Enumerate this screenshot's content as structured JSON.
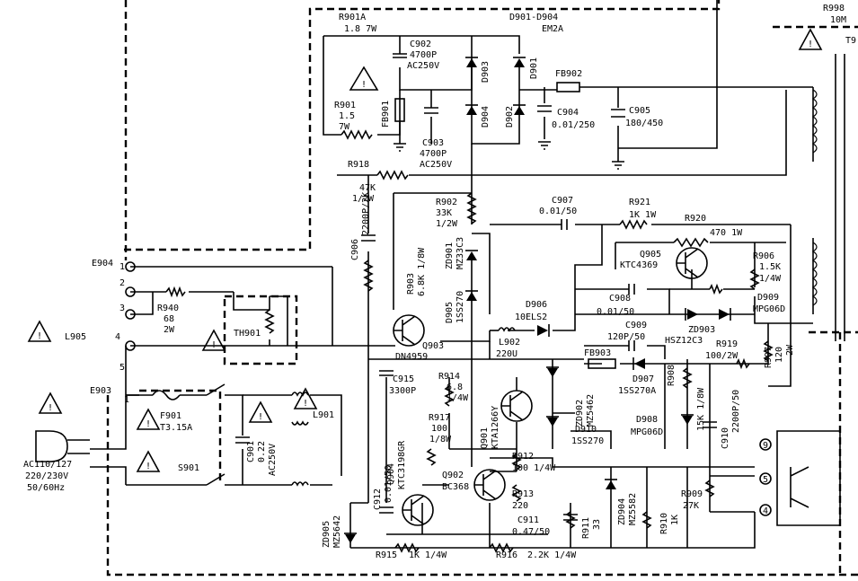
{
  "labels": {
    "R901A": "R901A",
    "R901A_val": "1.8  7W",
    "D901_D904": "D901-D904",
    "EM2A": "EM2A",
    "R998": "R998",
    "R998_val": "10M",
    "T9": "T9",
    "C902": "C902",
    "C902_v1": "4700P",
    "C902_v2": "AC250V",
    "D903": "D903",
    "D901": "D901",
    "FB902": "FB902",
    "C905": "C905",
    "C905_val": "180/450",
    "FB901": "FB901",
    "R901": "R901",
    "R901_v1": "1.5",
    "R901_v2": "7W",
    "D904": "D904",
    "D902": "D902",
    "C904": "C904",
    "C904_val": "0.01/250",
    "C903": "C903",
    "C903_v1": "4700P",
    "C903_v2": "AC250V",
    "R918": "R918",
    "R918_v1": "47K",
    "R918_v2": "1/2W",
    "R902": "R902",
    "R902_v1": "33K",
    "R902_v2": "1/2W",
    "C907": "C907",
    "C907_val": "0.01/50",
    "R921": "R921",
    "R921_val": "1K  1W",
    "R920": "R920",
    "R920_val": "470  1W",
    "C906": "C906",
    "C906_val": "2200P/2K",
    "ZD901": "ZD901",
    "ZD901_val": "MZ33C3",
    "R903": "R903",
    "R903_val": "6.8K 1/8W",
    "Q905": "Q905",
    "Q905_val": "KTC4369",
    "R906": "R906",
    "R906_v1": "1.5K",
    "R906_v2": "1/4W",
    "E904": "E904",
    "R940": "R940",
    "R940_v1": "68",
    "R940_v2": "2W",
    "D905": "D905",
    "D905_val": "1SS270",
    "D906": "D906",
    "D906_val": "10ELS2",
    "C908": "C908",
    "C908_val": "0.01/50",
    "D909": "D909",
    "D909_val": "MPG06D",
    "L905": "L905",
    "TH901": "TH901",
    "Q903": "Q903",
    "Q903_val": "DN4959",
    "L902": "L902",
    "L902_val": "220U",
    "C909": "C909",
    "C909_val": "120P/50",
    "ZD903": "ZD903",
    "ZD903_val": "HSZ12C3",
    "R919": "R919",
    "R919_val": "100/2W",
    "R907": "R907",
    "R907_val": "120",
    "R907_v2": "2W",
    "FB903": "FB903",
    "D907": "D907",
    "D907_val": "1SS270A",
    "R908": "R908",
    "R908_val": "15K 1/8W",
    "C915": "C915",
    "C915_val": "3300P",
    "R914": "R914",
    "R914_v1": "6.8",
    "R914_v2": "1/4W",
    "E903": "E903",
    "F901": "F901",
    "F901_val": "T3.15A",
    "L901": "L901",
    "ZD902": "ZD902",
    "ZD902_val": "MZ5462",
    "Q901": "Q901",
    "Q901_val": "KTA1266Y",
    "R917": "R917",
    "R917_v1": "100",
    "R917_v2": "1/8W",
    "D910": "D910",
    "D910_val": "1SS270",
    "D908": "D908",
    "D908_val": "MPG06D",
    "C910": "C910",
    "C910_val": "2200P/50",
    "AC_in": "AC110/127",
    "AC_in2": "220/230V",
    "AC_in3": "50/60Hz",
    "S901": "S901",
    "C901": "C901",
    "C901_v1": "0.22",
    "C901_v2": "AC250V",
    "Q904": "Q904",
    "Q904_val": "KTC3198GR",
    "Q902": "Q902",
    "Q902_val": "BC368",
    "R912": "R912",
    "R912_val": "100 1/4W",
    "R913": "R913",
    "R913_val": "220",
    "C911": "C911",
    "C911_val": "0.47/50",
    "R911": "R911",
    "R911_val": "33",
    "ZD904": "ZD904",
    "ZD904_val": "MZ5582",
    "R910": "R910",
    "R910_val": "1K",
    "R909": "R909",
    "R909_val": "27K",
    "C912": "C912",
    "C912_val": "0.01/50",
    "ZD905": "ZD905",
    "ZD905_val": "MZ5642",
    "R915": "R915",
    "R915_val": "1K 1/4W",
    "R916": "R916",
    "R916_val": "2.2K 1/4W",
    "pin1": "1",
    "pin2": "2",
    "pin3": "3",
    "pin4": "4",
    "pin5": "5",
    "pinE903": "1",
    "conn9": "9",
    "conn5": "5",
    "conn4": "4",
    "warn": "!"
  }
}
